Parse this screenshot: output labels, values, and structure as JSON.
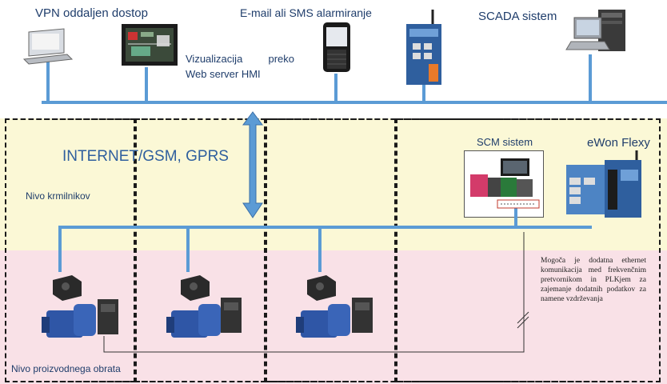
{
  "top": {
    "vpn_label": "VPN oddaljen dostop",
    "email_label": "E-mail ali SMS alarmiranje",
    "scada_label": "SCADA sistem",
    "visualization_label": "Vizualizacija preko Web server HMI"
  },
  "network": {
    "label": "INTERNET/GSM, GPRS"
  },
  "levels": {
    "controller_level": "Nivo krmilnikov",
    "production_level": "Nivo proizvodnega obrata"
  },
  "right": {
    "scm_label": "SCM sistem",
    "ewon_label": "eWon Flexy",
    "note": "Mogoča je dodatna ethernet komunikacija med frekvenčnim pretvornikom in PLKjem za zajemanje dodatnih podatkov za namene vzdrževanja"
  },
  "icons": [
    "laptop-icon",
    "hmi-panel-icon",
    "smartphone-icon",
    "router-icon",
    "desktop-pc-icon",
    "plc-icon",
    "gateway-icon",
    "motor-icon",
    "drive-icon"
  ],
  "colors": {
    "bus": "#5b9bd5",
    "text": "#1f3d6b",
    "yellow_band": "#fbf8d6",
    "pink_band": "#f9e1e7"
  }
}
